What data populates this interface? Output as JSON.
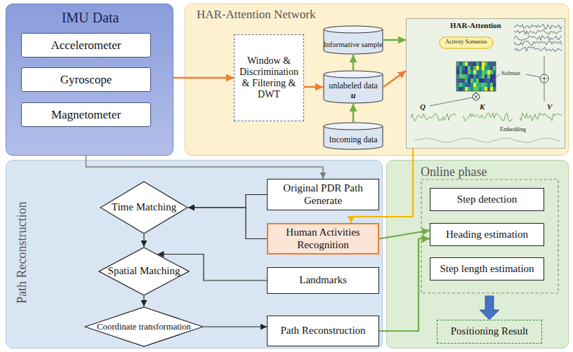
{
  "diagram": {
    "nodes": [
      {
        "text": [
          "IMU Data"
        ]
      },
      {
        "text": [
          "Accelerometer"
        ],
        "in": 0
      },
      {
        "text": [
          "Gyroscope"
        ],
        "in": 0
      },
      {
        "text": [
          "Magnetometer"
        ],
        "in": 0
      },
      {
        "text": [
          "HAR-Attention Network"
        ]
      },
      {
        "text": [
          "Window & Discrimination & Filtering & DWT"
        ],
        "in": 4
      },
      {
        "text": [
          "Informative sample"
        ],
        "in": 4
      },
      {
        "text": [
          "unlabeled data",
          "u"
        ],
        "in": 4
      },
      {
        "text": [
          "Incoming data"
        ],
        "in": 4
      },
      {
        "text": [
          "HAR-Attention"
        ],
        "in": 4
      },
      {
        "text": [
          "Path Reconstruction"
        ]
      },
      {
        "text": [
          "Time Matching"
        ],
        "in": 10
      },
      {
        "text": [
          "Original PDR Path Generate"
        ],
        "in": 10
      },
      {
        "text": [
          "Human Activities Recognition"
        ],
        "in": 10
      },
      {
        "text": [
          "Spatial Matching"
        ],
        "in": 10
      },
      {
        "text": [
          "Landmarks"
        ],
        "in": 10
      },
      {
        "text": [
          "Coordinate transformation"
        ],
        "in": 10
      },
      {
        "text": [
          "Path Reconstruction"
        ],
        "in": 10
      },
      {
        "text": [
          "Online phase"
        ]
      },
      {
        "text": [
          "Step detection"
        ],
        "in": 18
      },
      {
        "text": [
          "Heading estimation"
        ],
        "in": 18
      },
      {
        "text": [
          "Step length estimation"
        ],
        "in": 18
      },
      {
        "text": [
          "Positioning Result"
        ],
        "in": 18
      }
    ],
    "edges": [
      {
        "from": 0,
        "to": 5,
        "arrow": "to"
      },
      {
        "from": 5,
        "to": 7,
        "arrow": "to"
      },
      {
        "from": 8,
        "to": 7,
        "arrow": "to"
      },
      {
        "from": 7,
        "to": 6,
        "arrow": "to"
      },
      {
        "from": 6,
        "to": 9,
        "arrow": "to"
      },
      {
        "from": 7,
        "to": 9,
        "arrow": "to"
      },
      {
        "from": 9,
        "to": 13,
        "arrow": "to"
      },
      {
        "from": 0,
        "to": 12,
        "arrow": "to"
      },
      {
        "from": 12,
        "to": 11,
        "arrow": "to"
      },
      {
        "from": 13,
        "to": 11,
        "arrow": "to"
      },
      {
        "from": 11,
        "to": 14,
        "arrow": "to"
      },
      {
        "from": 15,
        "to": 14,
        "arrow": "to"
      },
      {
        "from": 14,
        "to": 16,
        "arrow": "to"
      },
      {
        "from": 16,
        "to": 17,
        "arrow": "to"
      },
      {
        "from": 13,
        "to": 20,
        "arrow": "to"
      },
      {
        "from": 17,
        "to": 20,
        "arrow": "to"
      },
      {
        "from": 21,
        "to": 22,
        "arrow": "to"
      }
    ],
    "labels": [
      "Activity Scenarios",
      "Softmax",
      "Q",
      "K",
      "V",
      "Embedding"
    ]
  }
}
